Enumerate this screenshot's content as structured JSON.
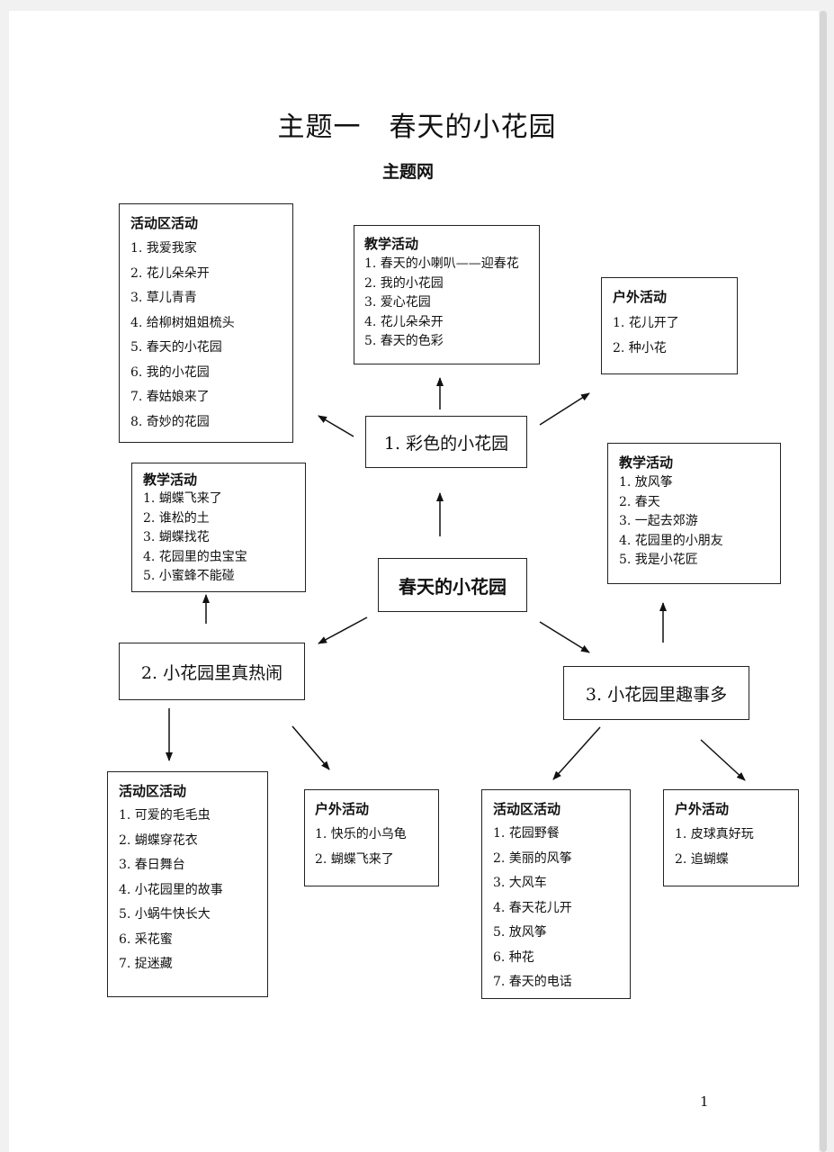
{
  "title": "主题一　春天的小花园",
  "subtitle": "主题网",
  "center": "春天的小花园",
  "subthemes": {
    "s1": "1. 彩色的小花园",
    "s2": "2. 小花园里真热闹",
    "s3": "3. 小花园里趣事多"
  },
  "boxes": {
    "s1_area": {
      "heading": "活动区活动",
      "items": [
        "1. 我爱我家",
        "2. 花儿朵朵开",
        "3. 草儿青青",
        "4. 给柳树姐姐梳头",
        "5. 春天的小花园",
        "6. 我的小花园",
        "7. 春姑娘来了",
        "8. 奇妙的花园"
      ]
    },
    "s1_teach": {
      "heading": "教学活动",
      "items": [
        "1. 春天的小喇叭——迎春花",
        "2. 我的小花园",
        "3. 爱心花园",
        "4. 花儿朵朵开",
        "5. 春天的色彩"
      ]
    },
    "s1_outdoor": {
      "heading": "户外活动",
      "items": [
        "1. 花儿开了",
        "2. 种小花"
      ]
    },
    "s2_teach": {
      "heading": "教学活动",
      "items": [
        "1. 蝴蝶飞来了",
        "2. 谁松的土",
        "3. 蝴蝶找花",
        "4. 花园里的虫宝宝",
        "5. 小蜜蜂不能碰"
      ]
    },
    "s2_area": {
      "heading": "活动区活动",
      "items": [
        "1. 可爱的毛毛虫",
        "2. 蝴蝶穿花衣",
        "3. 春日舞台",
        "4. 小花园里的故事",
        "5. 小蜗牛快长大",
        "6. 采花蜜",
        "7. 捉迷藏"
      ]
    },
    "s2_outdoor": {
      "heading": "户外活动",
      "items": [
        "1. 快乐的小乌龟",
        "2. 蝴蝶飞来了"
      ]
    },
    "s3_teach": {
      "heading": "教学活动",
      "items": [
        "1. 放风筝",
        "2. 春天",
        "3. 一起去郊游",
        "4. 花园里的小朋友",
        "5. 我是小花匠"
      ]
    },
    "s3_area": {
      "heading": "活动区活动",
      "items": [
        "1. 花园野餐",
        "2. 美丽的风筝",
        "3. 大风车",
        "4. 春天花儿开",
        "5. 放风筝",
        "6. 种花",
        "7. 春天的电话"
      ]
    },
    "s3_outdoor": {
      "heading": "户外活动",
      "items": [
        "1. 皮球真好玩",
        "2. 追蝴蝶"
      ]
    }
  },
  "page_number": "1"
}
